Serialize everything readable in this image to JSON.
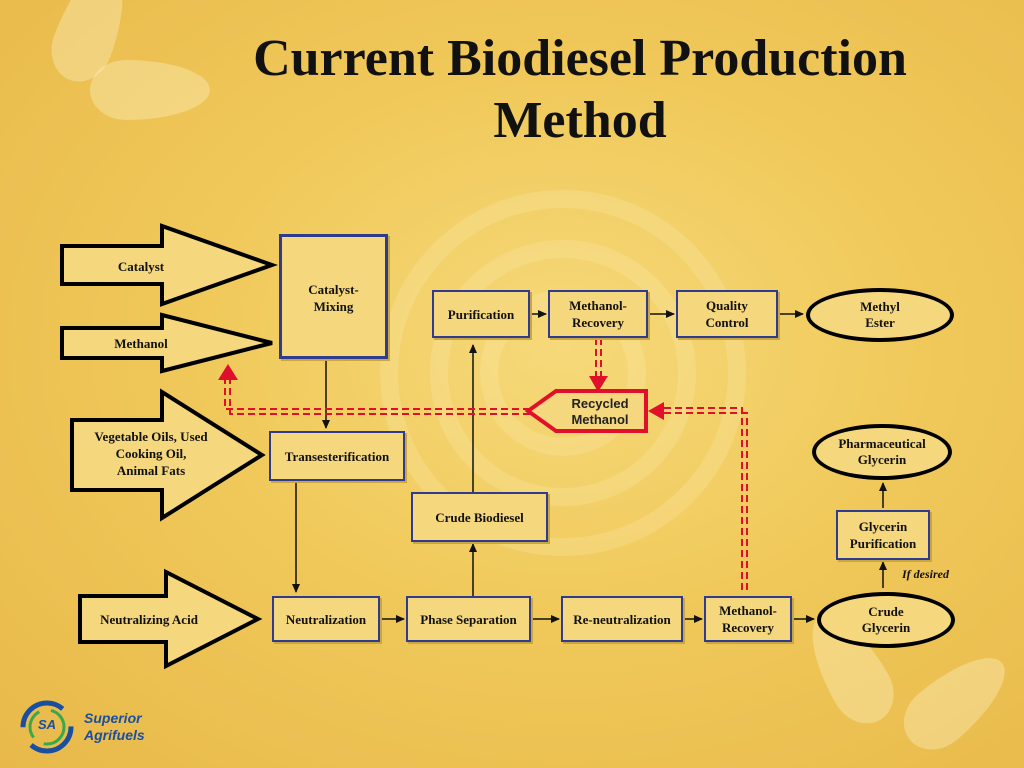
{
  "slide": {
    "title": "Current Biodiesel Production Method",
    "title_line1": "Current Biodiesel Production",
    "title_line2": "Method"
  },
  "inputs": {
    "catalyst": "Catalyst",
    "methanol": "Methanol",
    "oils_line1": "Vegetable Oils, Used",
    "oils_line2": "Cooking Oil,",
    "oils_line3": "Animal Fats",
    "neutralizing_acid": "Neutralizing Acid"
  },
  "process": {
    "catalyst_mixing_line1": "Catalyst-",
    "catalyst_mixing_line2": "Mixing",
    "transesterification": "Transesterification",
    "neutralization": "Neutralization",
    "phase_separation": "Phase Separation",
    "crude_biodiesel": "Crude Biodiesel",
    "purification": "Purification",
    "methanol_recovery_top_line1": "Methanol-",
    "methanol_recovery_top_line2": "Recovery",
    "quality_control_line1": "Quality",
    "quality_control_line2": "Control",
    "reneutralization": "Re-neutralization",
    "methanol_recovery_bottom_line1": "Methanol-",
    "methanol_recovery_bottom_line2": "Recovery",
    "glycerin_purification_line1": "Glycerin",
    "glycerin_purification_line2": "Purification"
  },
  "outputs": {
    "methyl_ester_line1": "Methyl",
    "methyl_ester_line2": "Ester",
    "pharma_glycerin_line1": "Pharmaceutical",
    "pharma_glycerin_line2": "Glycerin",
    "crude_glycerin_line1": "Crude",
    "crude_glycerin_line2": "Glycerin"
  },
  "recycle": {
    "line1": "Recycled",
    "line2": "Methanol"
  },
  "annotations": {
    "if_desired": "If desired"
  },
  "logo": {
    "line1": "Superior",
    "line2": "Agrifuels"
  },
  "colors": {
    "box_border": "#2f3b8f",
    "recycle_red": "#e0102a",
    "logo_blue": "#1a4fa0",
    "logo_green": "#3aa84a"
  }
}
